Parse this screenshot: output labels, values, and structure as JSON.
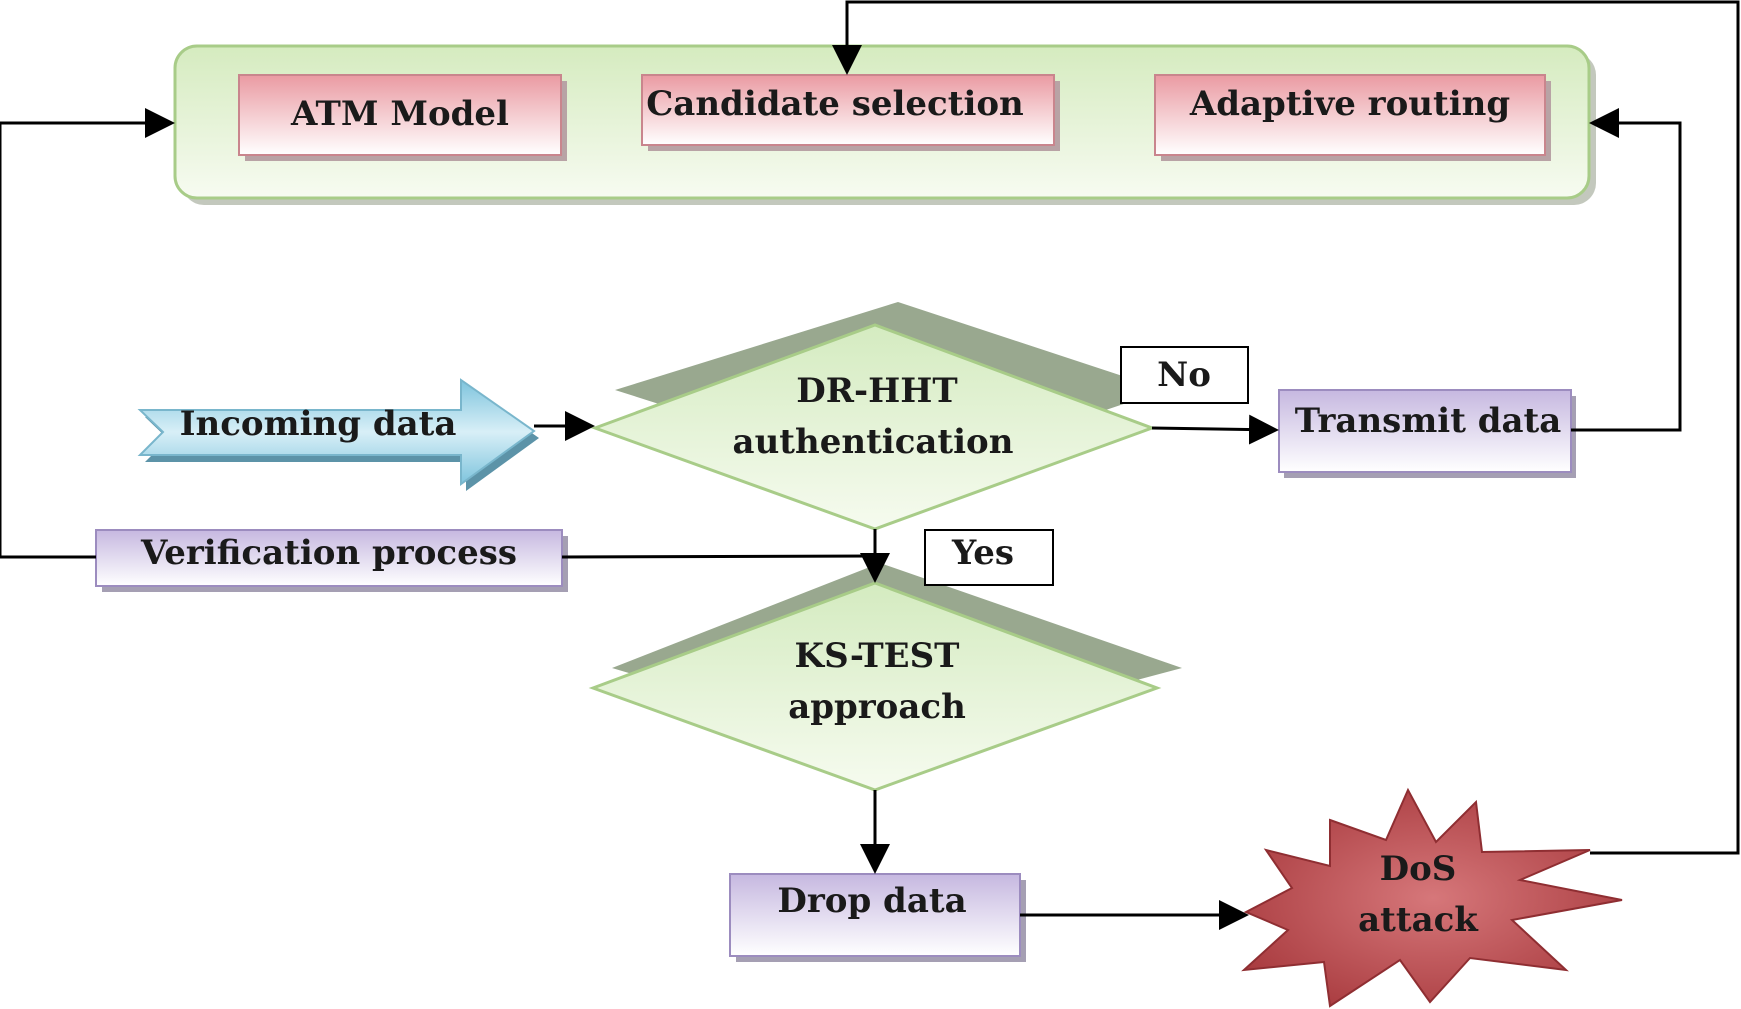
{
  "diagram": {
    "modules": {
      "atm_model": "ATM Model",
      "candidate_selection": "Candidate selection",
      "adaptive_routing": "Adaptive routing"
    },
    "incoming": "Incoming data",
    "decision1": {
      "line1": "DR-HHT",
      "line2": "authentication"
    },
    "decision2": {
      "line1": "KS-TEST",
      "line2": "approach"
    },
    "no_label": "No",
    "yes_label": "Yes",
    "transmit": "Transmit data",
    "verification": "Verification process",
    "drop": "Drop data",
    "dos": {
      "line1": "DoS",
      "line2": "attack"
    },
    "colors": {
      "group_fill": "#e4f2d3",
      "group_stroke": "#a8cc88",
      "module_fill": "#f2c9cd",
      "module_stroke": "#c9858d",
      "process_fill": "#ddd4ec",
      "process_stroke": "#9c8cbf",
      "diamond_fill": "#dff0cf",
      "diamond_shadow": "#99a88f",
      "arrow_fill": "#9ed3e6",
      "burst_fill": "#c0585b"
    }
  }
}
